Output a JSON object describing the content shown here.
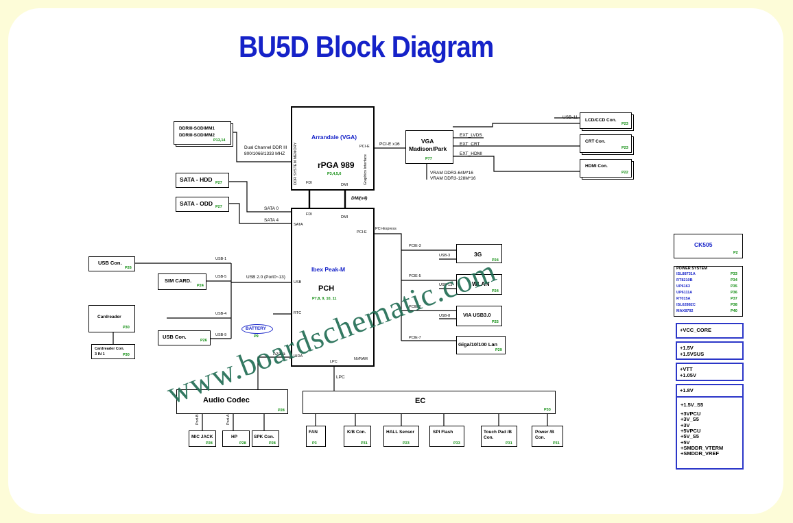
{
  "title": "BU5D Block Diagram",
  "watermark": "www.boardschematic.com",
  "cpu": {
    "name": "Arrandale (VGA)",
    "socket": "rPGA 989",
    "pages": "P3,4,5,6",
    "pcie": "PCI-E",
    "fdi": "FDI",
    "dmi": "DMI",
    "mem_label": "DDR SYSTEM MEMORY",
    "gfx_label": "Graphics Interface"
  },
  "dimm": {
    "line1": "DDRIII-SODIMM1",
    "line2": "DDRIII-SODIMM2",
    "page": "P13,14",
    "bus1": "Dual Channel DDR III",
    "bus2": "800/1066/1333 MHZ"
  },
  "vga": {
    "line1": "VGA",
    "line2": "Madison/Park",
    "page": "P77",
    "link": "PCI-E x16",
    "vram1": "VRAM DDR3-64M*16",
    "vram2": "VRAM DDR3-128M*16"
  },
  "displays": [
    {
      "bus": "USB-11",
      "label": "LCD/CCD Con.",
      "page": "P23"
    },
    {
      "bus": "EXT_LVDS",
      "label": "CRT Con.",
      "page": "P23"
    },
    {
      "bus": "EXT_CRT",
      "label": "HDMI Con.",
      "page": "P22"
    },
    {
      "bus": "EXT_HDMI"
    }
  ],
  "sata": [
    {
      "label": "SATA - HDD",
      "page": "P27",
      "bus": "SATA 0"
    },
    {
      "label": "SATA - ODD",
      "page": "P27",
      "bus": "SATA 4"
    }
  ],
  "pch": {
    "name": "Ibex Peak-M",
    "label": "PCH",
    "pages": "P7,8, 9, 10, 11",
    "fdi": "FDI",
    "dmi": "DMI",
    "dmi_link": "DMI(x4)",
    "sata": "SATA",
    "pcie": "PCI-E",
    "usb": "USB",
    "rtc": "RTC",
    "azalia": "Azalia",
    "ihda": "IHDA",
    "lpc": "LPC",
    "nvram": "NVRAM",
    "pcie_bus": "PCI-Express"
  },
  "usb_bus": "USB 2.0 (Port0~13)",
  "left_devices": [
    {
      "label": "USB Con.",
      "page": "P26",
      "bus": "USB-1"
    },
    {
      "label": "SIM CARD.",
      "page": "P24",
      "bus": "USB-5"
    },
    {
      "label": "Cardreader",
      "page": "P30",
      "bus": "USB-4"
    },
    {
      "label": "USB Con.",
      "page": "P26",
      "bus": "USB-9"
    }
  ],
  "cardreader_con": {
    "line1": "Cardreader Con.",
    "line2": "3 IN 1",
    "page": "P30"
  },
  "battery": "BATTERY",
  "battery_page": "P9",
  "right_devices": [
    {
      "label": "3G",
      "page": "P24",
      "pcie": "PCIE-3",
      "usb": "USB-3"
    },
    {
      "label": "WLAN",
      "page": "P24",
      "pcie": "PCIE-5",
      "usb": "USB-13"
    },
    {
      "label": "VIA USB3.0",
      "page": "P25",
      "pcie": "PCIE-2",
      "usb": "USB-8"
    },
    {
      "label": "Giga/10/100 Lan",
      "page": "P29",
      "pcie": "PCIE-7"
    }
  ],
  "audio": {
    "label": "Audio Codec",
    "page": "P28",
    "ports": [
      "Port-B",
      "Port-A"
    ],
    "jacks": [
      {
        "label": "MIC JACK",
        "page": "P28"
      },
      {
        "label": "HP",
        "page": "P28"
      },
      {
        "label": "SPK Con.",
        "page": "P28"
      }
    ]
  },
  "lpc_bus": "LPC",
  "ec": {
    "label": "EC",
    "page": "P33",
    "children": [
      {
        "line1": "FAN",
        "line2": "",
        "page": "P3"
      },
      {
        "line1": "K/B Con.",
        "line2": "",
        "page": "P31"
      },
      {
        "line1": "HALL Sensor",
        "line2": "",
        "page": "P23"
      },
      {
        "line1": "SPI Flash",
        "line2": "",
        "page": "P33"
      },
      {
        "line1": "Touch Pad /B",
        "line2": "Con.",
        "page": "P31"
      },
      {
        "line1": "Power /B",
        "line2": "Con.",
        "page": "P31"
      }
    ]
  },
  "ck505": {
    "label": "CK505",
    "page": "P2"
  },
  "power_system": {
    "title": "POWER SYSTEM",
    "items": [
      {
        "name": "ISL88731A",
        "page": "P33"
      },
      {
        "name": "RT8210B",
        "page": "P34"
      },
      {
        "name": "UP6163",
        "page": "P35"
      },
      {
        "name": "UP6111A",
        "page": "P36"
      },
      {
        "name": "RT015A",
        "page": "P37"
      },
      {
        "name": "ISL62882C",
        "page": "P38"
      },
      {
        "name": "MAX8792",
        "page": "P40"
      }
    ]
  },
  "rails": {
    "vcc_core": "+VCC_CORE",
    "r15": [
      "+1.5V",
      "+1.5VSUS"
    ],
    "vtt": [
      "+VTT",
      "+1.05V"
    ],
    "r18": "+1.8V",
    "misc": [
      "+1.5V_S5",
      "+3VPCU",
      "+3V_S5",
      "+3V",
      "+5VPCU",
      "+5V_S5",
      "+5V",
      "+SMDDR_VTERM",
      "+SMDDR_VREF"
    ]
  }
}
